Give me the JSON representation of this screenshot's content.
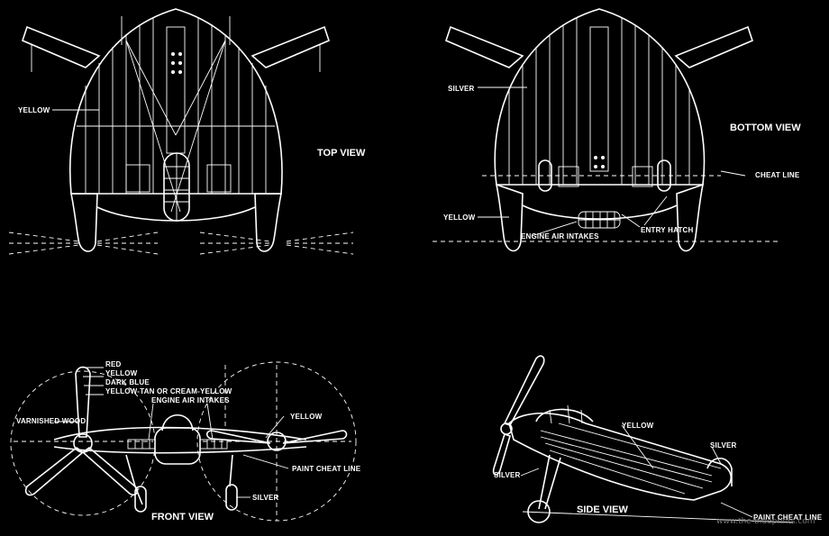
{
  "views": {
    "top": {
      "title": "TOP VIEW",
      "labels": {
        "yellow": "YELLOW"
      }
    },
    "bottom": {
      "title": "BOTTOM VIEW",
      "labels": {
        "silver": "SILVER",
        "cheat_line": "CHEAT LINE",
        "yellow": "YELLOW",
        "engine_air_intakes": "ENGINE AIR INTAKES",
        "entry_hatch": "ENTRY HATCH"
      }
    },
    "front": {
      "title": "FRONT VIEW",
      "labels": {
        "red": "RED",
        "yellow_tip": "YELLOW",
        "dark_blue": "DARK BLUE",
        "yellow_tan": "YELLOW-TAN OR CREAM-YELLOW",
        "engine_air_intakes": "ENGINE AIR INTAKES",
        "varnished_wood": "VARNISHED WOOD",
        "yellow": "YELLOW",
        "paint_cheat_line": "PAINT CHEAT LINE",
        "silver": "SILVER"
      }
    },
    "side": {
      "title": "SIDE VIEW",
      "labels": {
        "yellow": "YELLOW",
        "silver_tail": "SILVER",
        "silver_gear": "SILVER",
        "paint_cheat_line": "PAINT CHEAT LINE"
      }
    }
  },
  "watermark": "www.the-blueprints.com",
  "colors": {
    "background": "#000000",
    "ink": "#ffffff"
  }
}
